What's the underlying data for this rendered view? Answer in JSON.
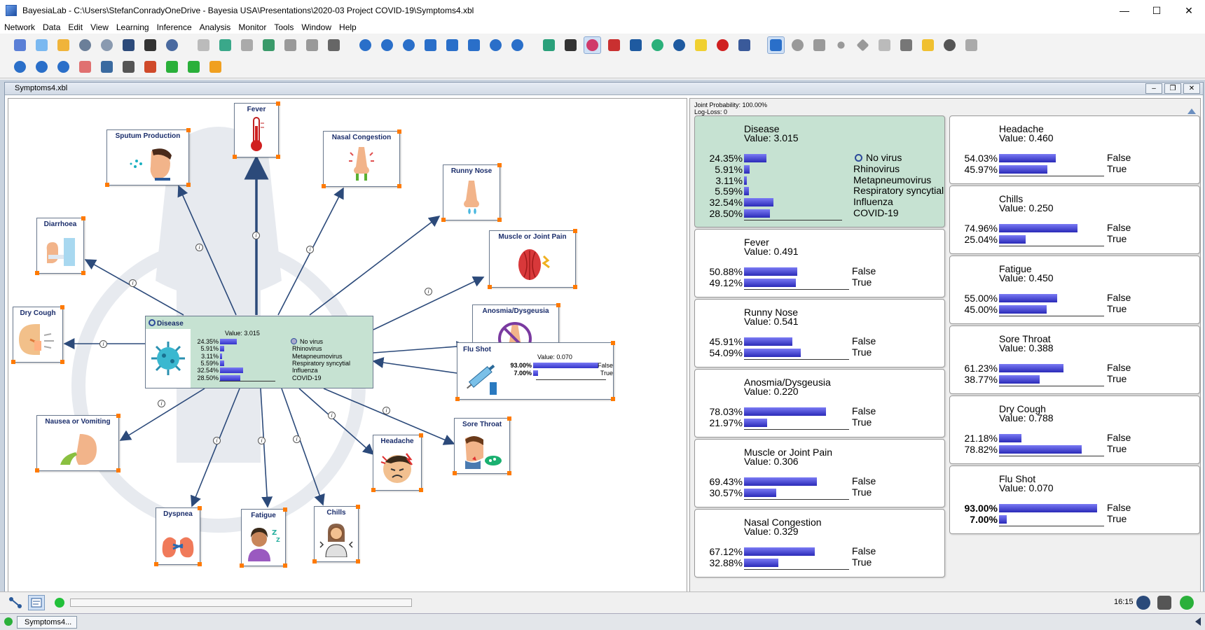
{
  "window": {
    "title": "BayesiaLab - C:\\Users\\StefanConradyOneDrive - Bayesia USA\\Presentations\\2020-03 Project COVID-19\\Symptoms4.xbl",
    "min": "—",
    "max": "☐",
    "close": "✕"
  },
  "menu": [
    "Network",
    "Data",
    "Edit",
    "View",
    "Learning",
    "Inference",
    "Analysis",
    "Monitor",
    "Tools",
    "Window",
    "Help"
  ],
  "document": {
    "title": "Symptoms4.xbl"
  },
  "graph": {
    "disease": {
      "label": "Disease",
      "value": "Value: 3.015",
      "rows": [
        {
          "pct": "24.35%",
          "p": 0.2435,
          "state": "No virus"
        },
        {
          "pct": "5.91%",
          "p": 0.0591,
          "state": "Rhinovirus"
        },
        {
          "pct": "3.11%",
          "p": 0.0311,
          "state": "Metapneumovirus"
        },
        {
          "pct": "5.59%",
          "p": 0.0559,
          "state": "Respiratory syncytial"
        },
        {
          "pct": "32.54%",
          "p": 0.3254,
          "state": "Influenza"
        },
        {
          "pct": "28.50%",
          "p": 0.285,
          "state": "COVID-19"
        }
      ]
    },
    "flushot": {
      "label": "Flu Shot",
      "value": "Value: 0.070",
      "rows": [
        {
          "pct": "93.00%",
          "p": 0.93,
          "state": "False"
        },
        {
          "pct": "7.00%",
          "p": 0.07,
          "state": "True"
        }
      ]
    },
    "nodes": {
      "fever": "Fever",
      "sputum": "Sputum Production",
      "nasal": "Nasal Congestion",
      "runny": "Runny Nose",
      "muscle": "Muscle or Joint Pain",
      "anosmia": "Anosmia/Dysgeusia",
      "diarrhoea": "Diarrhoea",
      "drycough": "Dry Cough",
      "nausea": "Nausea or Vomiting",
      "dyspnea": "Dyspnea",
      "fatigue": "Fatigue",
      "chills": "Chills",
      "headache": "Headache",
      "sorethroat": "Sore Throat"
    }
  },
  "monitor_panel": {
    "joint": "Joint Probability: 100.00%",
    "logloss": "Log-Loss: 0",
    "monitors": [
      {
        "name": "Disease",
        "value": "Value: 3.015",
        "rows": [
          {
            "pct": "24.35%",
            "p": 0.2435,
            "state": "No virus"
          },
          {
            "pct": "5.91%",
            "p": 0.0591,
            "state": "Rhinovirus"
          },
          {
            "pct": "3.11%",
            "p": 0.0311,
            "state": "Metapneumovirus"
          },
          {
            "pct": "5.59%",
            "p": 0.0559,
            "state": "Respiratory syncytial"
          },
          {
            "pct": "32.54%",
            "p": 0.3254,
            "state": "Influenza"
          },
          {
            "pct": "28.50%",
            "p": 0.285,
            "state": "COVID-19"
          }
        ]
      },
      {
        "name": "Fever",
        "value": "Value: 0.491",
        "rows": [
          {
            "pct": "50.88%",
            "p": 0.5088,
            "state": "False"
          },
          {
            "pct": "49.12%",
            "p": 0.4912,
            "state": "True"
          }
        ]
      },
      {
        "name": "Runny Nose",
        "value": "Value: 0.541",
        "rows": [
          {
            "pct": "45.91%",
            "p": 0.4591,
            "state": "False"
          },
          {
            "pct": "54.09%",
            "p": 0.5409,
            "state": "True"
          }
        ]
      },
      {
        "name": "Anosmia/Dysgeusia",
        "value": "Value: 0.220",
        "rows": [
          {
            "pct": "78.03%",
            "p": 0.7803,
            "state": "False"
          },
          {
            "pct": "21.97%",
            "p": 0.2197,
            "state": "True"
          }
        ]
      },
      {
        "name": "Muscle or Joint Pain",
        "value": "Value: 0.306",
        "rows": [
          {
            "pct": "69.43%",
            "p": 0.6943,
            "state": "False"
          },
          {
            "pct": "30.57%",
            "p": 0.3057,
            "state": "True"
          }
        ]
      },
      {
        "name": "Nasal Congestion",
        "value": "Value: 0.329",
        "rows": [
          {
            "pct": "67.12%",
            "p": 0.6712,
            "state": "False"
          },
          {
            "pct": "32.88%",
            "p": 0.3288,
            "state": "True"
          }
        ]
      },
      {
        "name": "Headache",
        "value": "Value: 0.460",
        "rows": [
          {
            "pct": "54.03%",
            "p": 0.5403,
            "state": "False"
          },
          {
            "pct": "45.97%",
            "p": 0.4597,
            "state": "True"
          }
        ]
      },
      {
        "name": "Chills",
        "value": "Value: 0.250",
        "rows": [
          {
            "pct": "74.96%",
            "p": 0.7496,
            "state": "False"
          },
          {
            "pct": "25.04%",
            "p": 0.2504,
            "state": "True"
          }
        ]
      },
      {
        "name": "Fatigue",
        "value": "Value: 0.450",
        "rows": [
          {
            "pct": "55.00%",
            "p": 0.55,
            "state": "False"
          },
          {
            "pct": "45.00%",
            "p": 0.45,
            "state": "True"
          }
        ]
      },
      {
        "name": "Sore Throat",
        "value": "Value: 0.388",
        "rows": [
          {
            "pct": "61.23%",
            "p": 0.6123,
            "state": "False"
          },
          {
            "pct": "38.77%",
            "p": 0.3877,
            "state": "True"
          }
        ]
      },
      {
        "name": "Dry Cough",
        "value": "Value: 0.788",
        "rows": [
          {
            "pct": "21.18%",
            "p": 0.2118,
            "state": "False"
          },
          {
            "pct": "78.82%",
            "p": 0.7882,
            "state": "True"
          }
        ]
      },
      {
        "name": "Flu Shot",
        "value": "Value: 0.070",
        "rows": [
          {
            "pct": "93.00%",
            "p": 0.93,
            "state": "False"
          },
          {
            "pct": "7.00%",
            "p": 0.07,
            "state": "True"
          }
        ]
      }
    ]
  },
  "status": {
    "time": "16:15"
  },
  "taskbar": {
    "item": "Symptoms4..."
  },
  "colors": {
    "bar": "#3a3ad0",
    "target_bg": "#c6e2d2",
    "edge": "#2c4a7a",
    "handle": "#ff7a00"
  }
}
